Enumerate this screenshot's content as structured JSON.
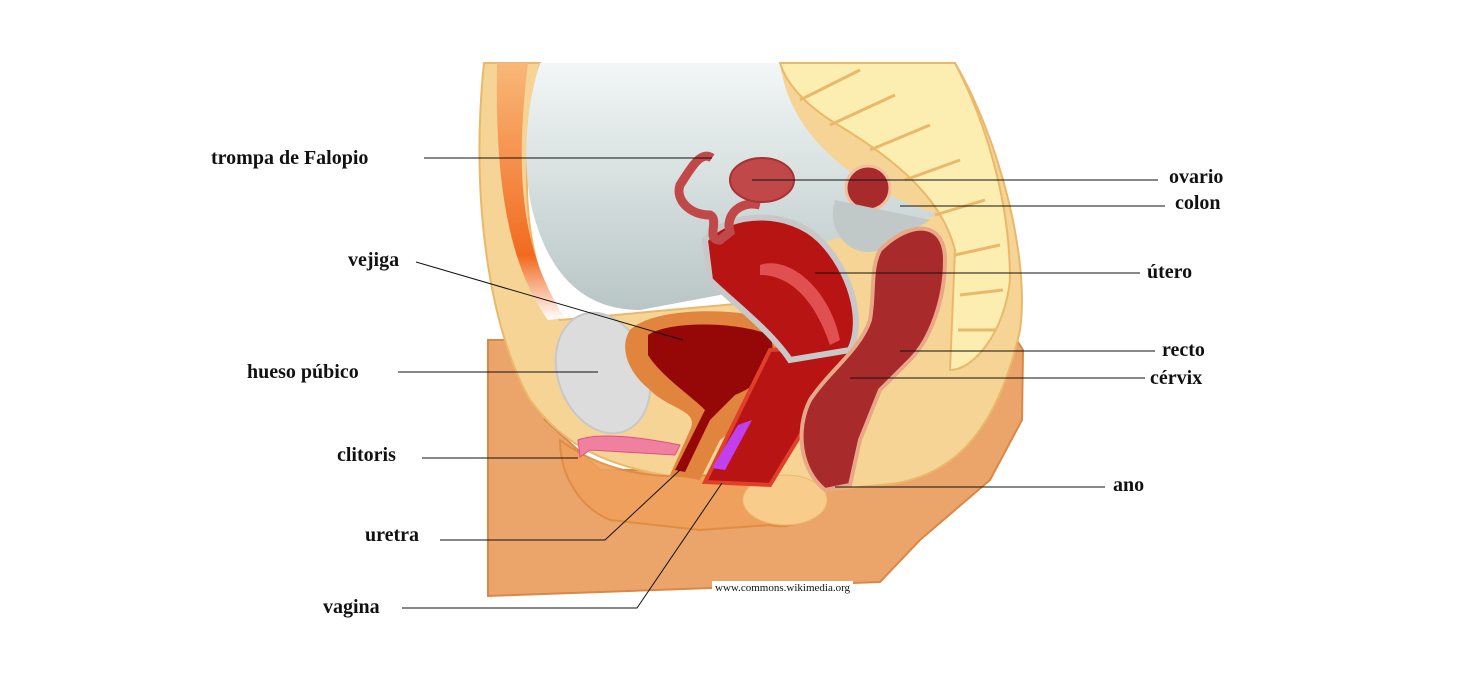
{
  "labels": {
    "fallopian_tube": "trompa de Falopio",
    "ovary": "ovario",
    "colon": "colon",
    "uterus": "útero",
    "bladder": "vejiga",
    "rectum": "recto",
    "pubic_bone": "hueso púbico",
    "cervix": "cérvix",
    "clitoris": "clitoris",
    "anus": "ano",
    "urethra": "uretra",
    "vagina": "vagina"
  },
  "watermark": "www.commons.wikimedia.org",
  "colors": {
    "skin": "#eba46a",
    "fat": "#f6d495",
    "cavity": "#cfd8d8",
    "organ_red": "#b81414",
    "bladder": "#960808",
    "bone": "#dcdcdc",
    "spine": "#fbeeb0"
  }
}
